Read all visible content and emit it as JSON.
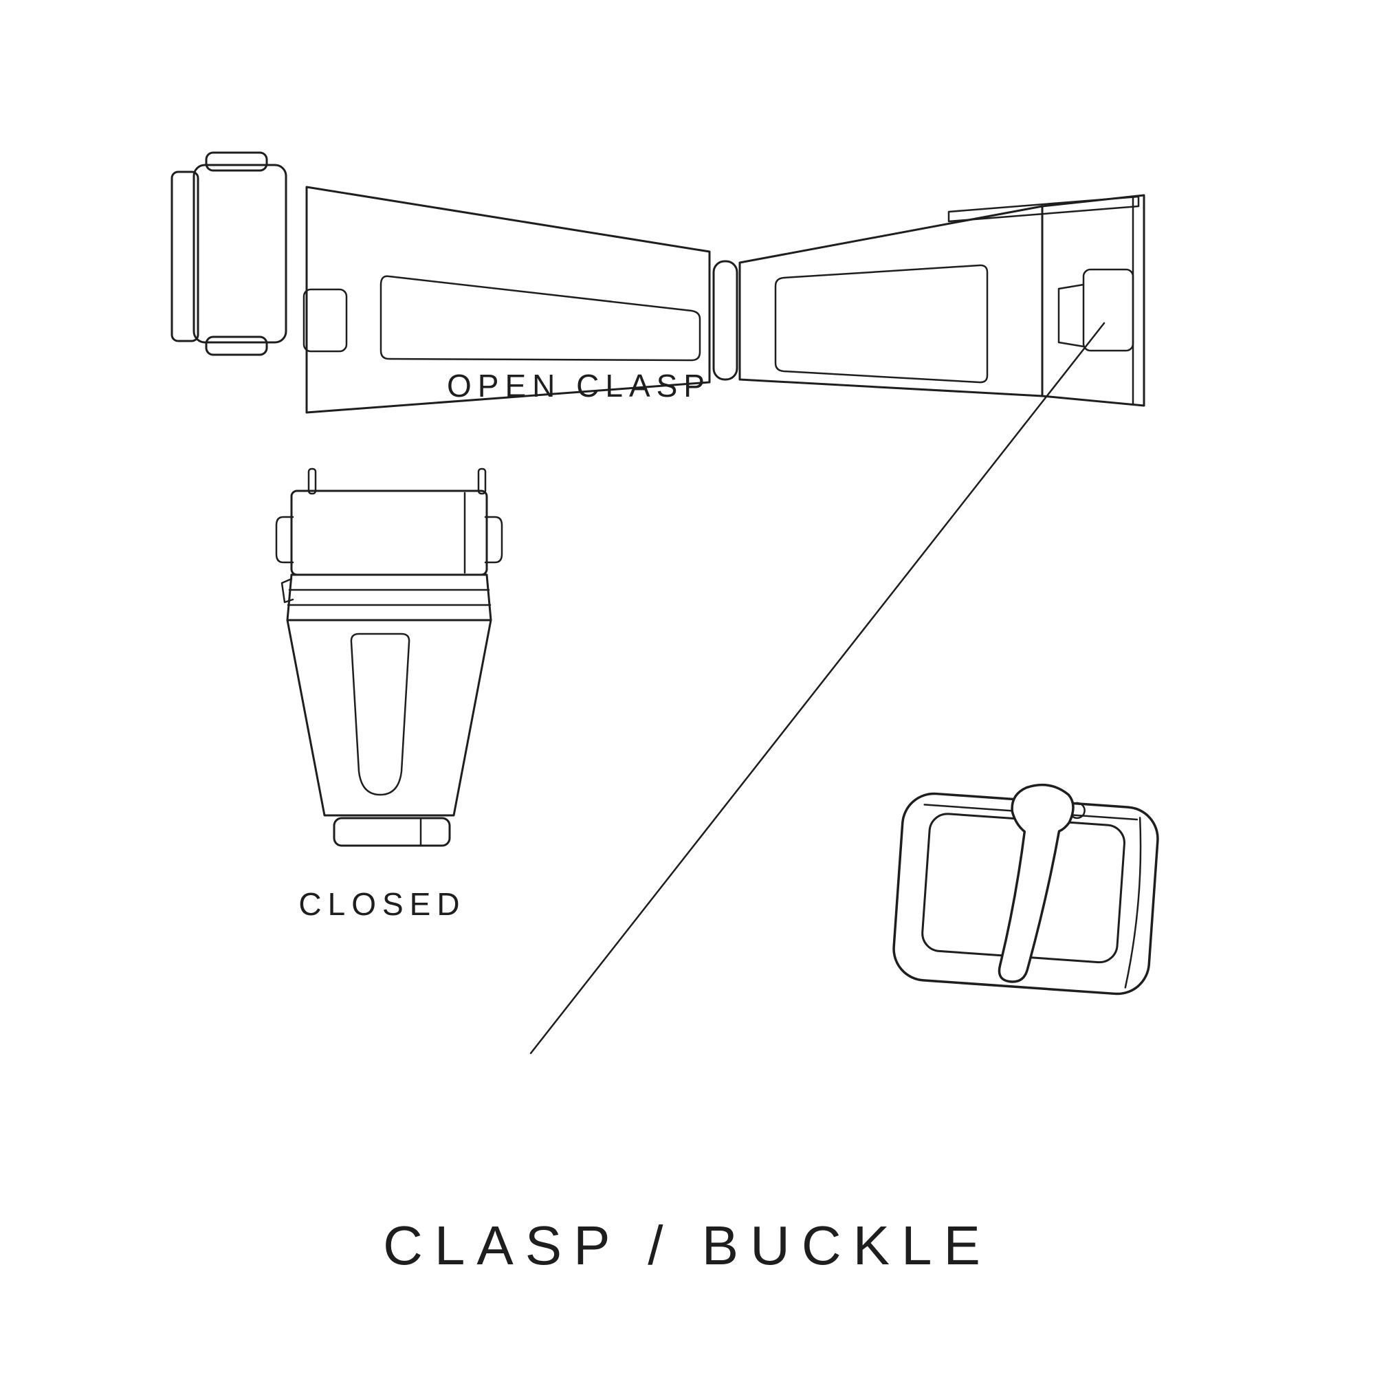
{
  "colors": {
    "ink": "#1e1e1e",
    "background": "#ffffff"
  },
  "labels": {
    "open_clasp": "OPEN CLASP",
    "closed": "CLOSED",
    "title": "CLASP / BUCKLE"
  },
  "illustrations": {
    "open_clasp": "open-deployant-clasp-line-drawing",
    "closed_clasp": "closed-deployant-clasp-line-drawing",
    "buckle": "tang-buckle-line-drawing",
    "divider": "diagonal-divider-line"
  }
}
